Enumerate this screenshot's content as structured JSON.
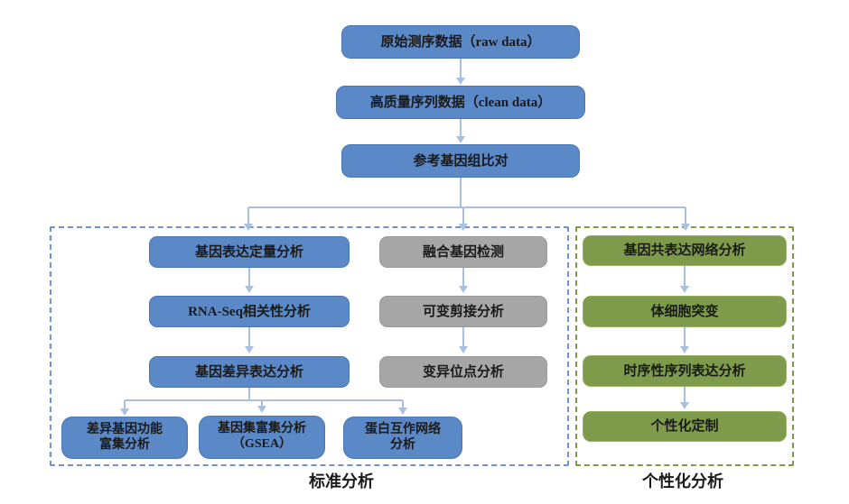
{
  "diagram": {
    "top_flow": [
      {
        "label": "原始测序数据（raw data）"
      },
      {
        "label": "高质量序列数据（clean data）"
      },
      {
        "label": "参考基因组比对"
      }
    ],
    "standard_group": {
      "caption": "标准分析",
      "expression_column": [
        {
          "label": "基因表达定量分析"
        },
        {
          "label": "RNA-Seq相关性分析"
        },
        {
          "label": "基因差异表达分析"
        }
      ],
      "enrichment_row": [
        {
          "line1": "差异基因功能",
          "line2": "富集分析"
        },
        {
          "line1": "基因集富集分析",
          "line2": "（GSEA）"
        },
        {
          "line1": "蛋白互作网络",
          "line2": "分析"
        }
      ],
      "structure_column": [
        {
          "label": "融合基因检测"
        },
        {
          "label": "可变剪接分析"
        },
        {
          "label": "变异位点分析"
        }
      ]
    },
    "custom_group": {
      "caption": "个性化分析",
      "column": [
        {
          "label": "基因共表达网络分析"
        },
        {
          "label": "体细胞突变"
        },
        {
          "label": "时序性序列表达分析"
        },
        {
          "label": "个性化定制"
        }
      ]
    }
  },
  "colors": {
    "box-blue": "#5B88C7",
    "box-blue-border": "#4A77B4",
    "box-gray": "#A6A6A6",
    "box-gray-border": "#999999",
    "box-green": "#7D9B4B",
    "box-green-border": "#97B268",
    "connector": "#A9C0E2",
    "dashed-blue": "#6E93D0",
    "dashed-green": "#7D9B42",
    "text": "#1A1A1A"
  }
}
